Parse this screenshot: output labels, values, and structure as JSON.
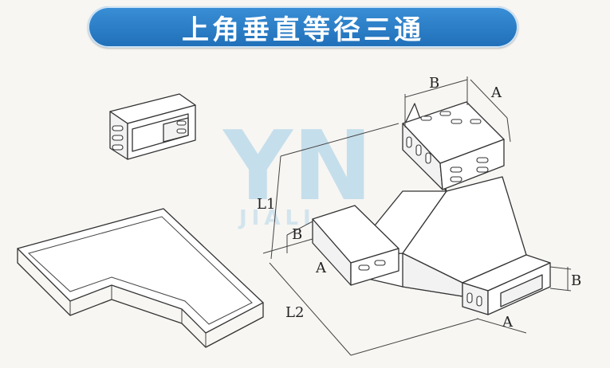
{
  "title": "上角垂直等径三通",
  "labels": {
    "top_b": "B",
    "top_a": "A",
    "l1": "L1",
    "left_b": "B",
    "left_a": "A",
    "l2": "L2",
    "right_b": "B",
    "right_a": "A"
  },
  "watermark": {
    "logo": "YN",
    "text": "JIALI"
  },
  "colors": {
    "banner": "#2a7fcb",
    "background": "#f7f6f3",
    "line": "#333333"
  }
}
